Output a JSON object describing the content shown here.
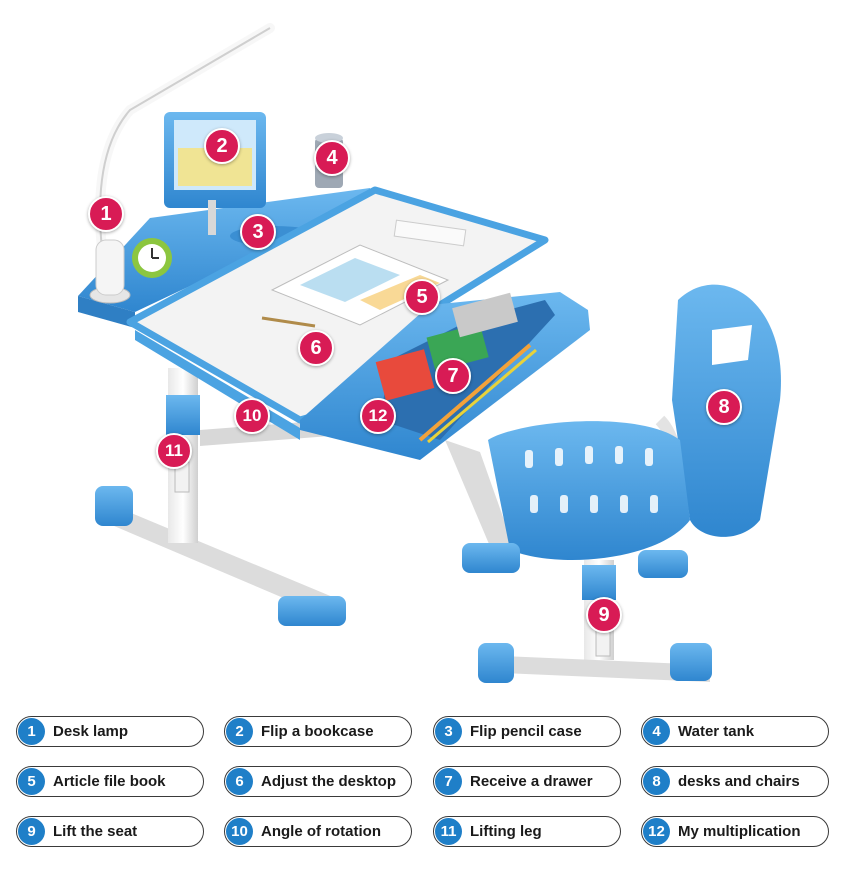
{
  "colors": {
    "marker": "#d81b55",
    "legend_badge": "#1f7fc8",
    "furniture_blue": "#4ba3e2",
    "desk_top": "#f1f1f1"
  },
  "markers": [
    {
      "n": "1"
    },
    {
      "n": "2"
    },
    {
      "n": "3"
    },
    {
      "n": "4"
    },
    {
      "n": "5"
    },
    {
      "n": "6"
    },
    {
      "n": "7"
    },
    {
      "n": "8"
    },
    {
      "n": "9"
    },
    {
      "n": "10"
    },
    {
      "n": "11"
    },
    {
      "n": "12"
    }
  ],
  "legend": [
    {
      "n": "1",
      "label": "Desk lamp"
    },
    {
      "n": "2",
      "label": "Flip a bookcase"
    },
    {
      "n": "3",
      "label": "Flip pencil case"
    },
    {
      "n": "4",
      "label": "Water tank"
    },
    {
      "n": "5",
      "label": "Article file book"
    },
    {
      "n": "6",
      "label": "Adjust the desktop"
    },
    {
      "n": "7",
      "label": "Receive a drawer"
    },
    {
      "n": "8",
      "label": "desks and chairs"
    },
    {
      "n": "9",
      "label": "Lift the seat"
    },
    {
      "n": "10",
      "label": "Angle of rotation"
    },
    {
      "n": "11",
      "label": "Lifting leg"
    },
    {
      "n": "12",
      "label": "My multiplication"
    }
  ]
}
